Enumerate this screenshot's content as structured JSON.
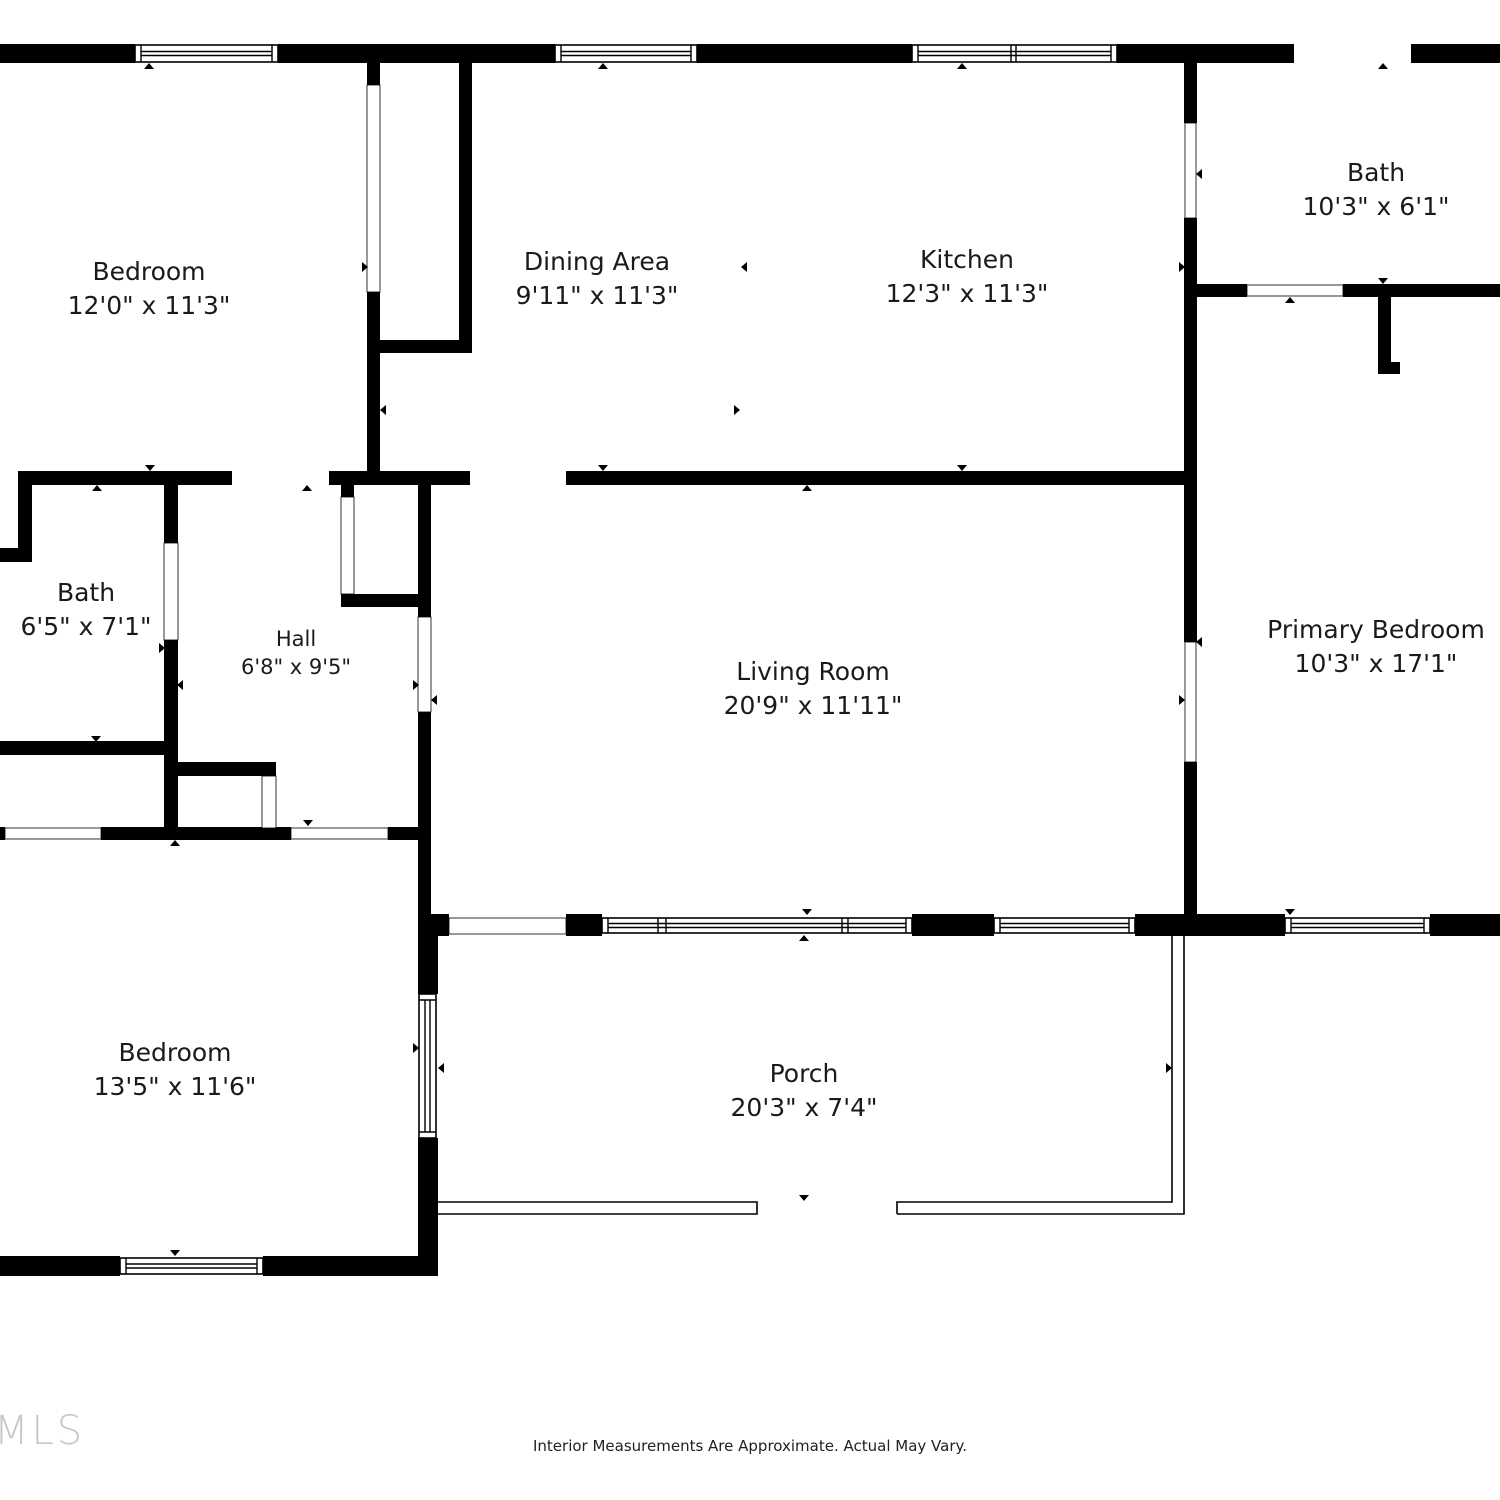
{
  "rooms": [
    {
      "name": "Bedroom",
      "dims": "12'0\" x 11'3\""
    },
    {
      "name": "Dining Area",
      "dims": "9'11\" x 11'3\""
    },
    {
      "name": "Kitchen",
      "dims": "12'3\" x 11'3\""
    },
    {
      "name": "Bath",
      "dims": "10'3\" x 6'1\""
    },
    {
      "name": "Bath",
      "dims": "6'5\" x 7'1\""
    },
    {
      "name": "Hall",
      "dims": "6'8\" x 9'5\""
    },
    {
      "name": "Living Room",
      "dims": "20'9\" x 11'11\""
    },
    {
      "name": "Primary Bedroom",
      "dims": "10'3\" x 17'1\""
    },
    {
      "name": "Bedroom",
      "dims": "13'5\" x 11'6\""
    },
    {
      "name": "Porch",
      "dims": "20'3\" x 7'4\""
    }
  ],
  "footer": "Interior Measurements Are Approximate. Actual May Vary.",
  "watermark": "MLS",
  "colors": {
    "wall": "#000000",
    "background": "#ffffff",
    "text": "#1a1a1a"
  }
}
